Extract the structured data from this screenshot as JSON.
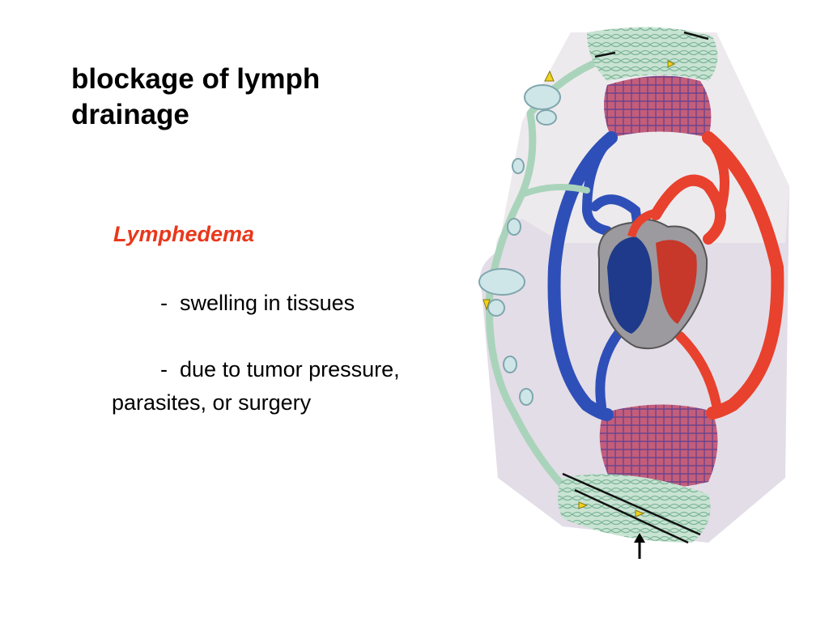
{
  "slide": {
    "title": "blockage of lymph drainage",
    "subtitle": "Lymphedema",
    "bullets": [
      {
        "marker": "-",
        "text": "swelling in tissues"
      },
      {
        "marker": "-",
        "text": "due to tumor pressure,"
      }
    ],
    "continuation": "parasites, or surgery"
  },
  "figure": {
    "icon": "circulatory-lymphatic-diagram",
    "colors": {
      "vein": "#2f4fb8",
      "artery": "#e8412e",
      "lymph": "#a9d4bb",
      "capillary": "#8a4a9a",
      "node": "#cfe6e8",
      "tissue": "#e3dde7"
    }
  }
}
